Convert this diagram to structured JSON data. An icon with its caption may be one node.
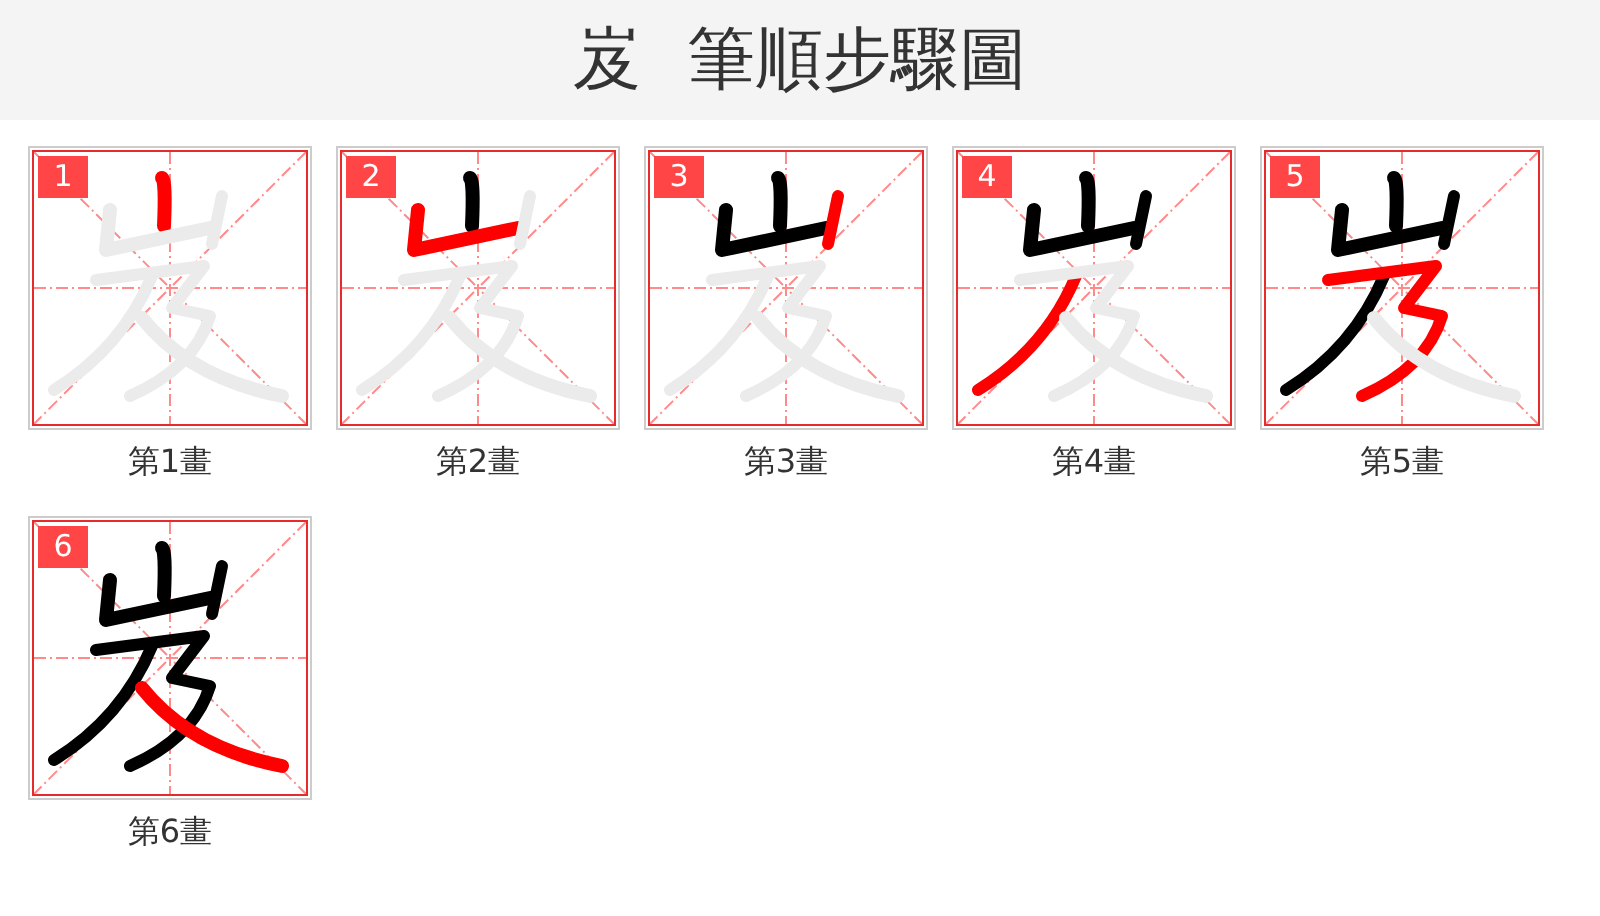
{
  "diagram": {
    "title": "岌 筆順步驟圖",
    "nodes": [
      {
        "text": [
          "1"
        ],
        "beside": [
          "第1畫"
        ]
      },
      {
        "text": [
          "2"
        ],
        "beside": [
          "第2畫"
        ]
      },
      {
        "text": [
          "3"
        ],
        "beside": [
          "第3畫"
        ]
      },
      {
        "text": [
          "4"
        ],
        "beside": [
          "第4畫"
        ]
      },
      {
        "text": [
          "5"
        ],
        "beside": [
          "第5畫"
        ]
      },
      {
        "text": [
          "6"
        ],
        "beside": [
          "第6畫"
        ]
      }
    ]
  }
}
